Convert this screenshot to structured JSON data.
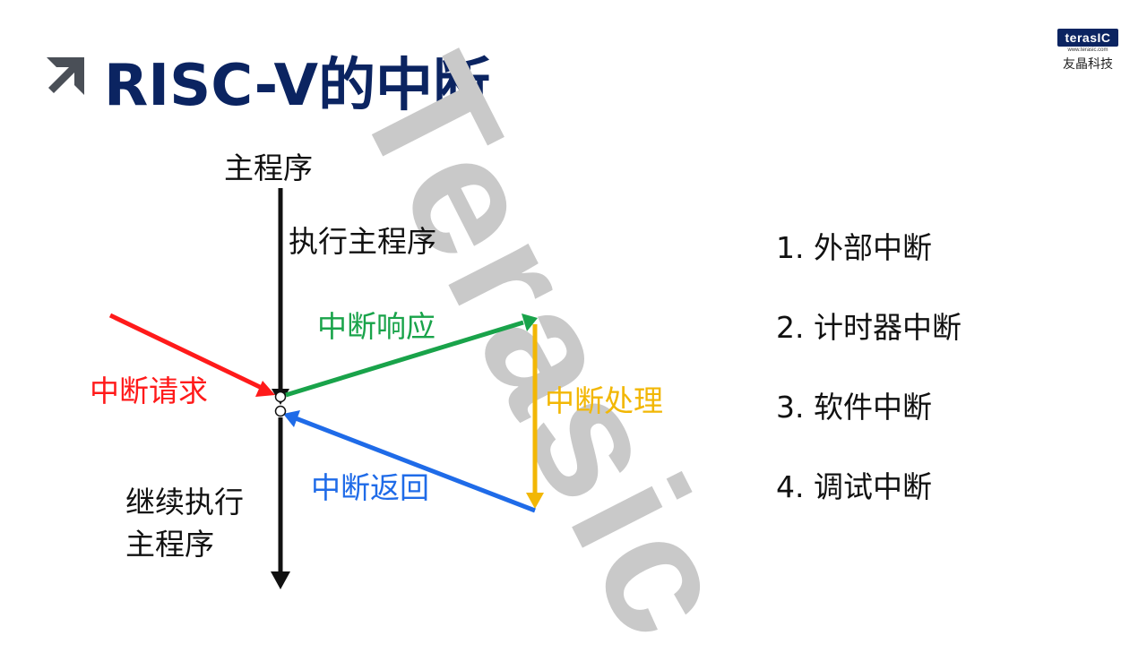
{
  "header": {
    "title": "RISC-V的中断",
    "icon": "arrow-up-right-icon"
  },
  "logo": {
    "brand": "terasIC",
    "url": "www.terasic.com",
    "cn_name": "友晶科技"
  },
  "watermark": "Terasic",
  "diagram": {
    "main_program": "主程序",
    "execute_main": "执行主程序",
    "interrupt_request": "中断请求",
    "interrupt_response": "中断响应",
    "interrupt_handling": "中断处理",
    "interrupt_return": "中断返回",
    "continue_line1": "继续执行",
    "continue_line2": "主程序"
  },
  "interrupt_types": [
    "1. 外部中断",
    "2. 计时器中断",
    "3. 软件中断",
    "4. 调试中断"
  ],
  "colors": {
    "title": "#0b2461",
    "request": "#ff1a1a",
    "response": "#19a34a",
    "handling": "#f2b705",
    "return": "#1f6be8",
    "main_line": "#111111",
    "watermark": "#c9c9c9"
  }
}
